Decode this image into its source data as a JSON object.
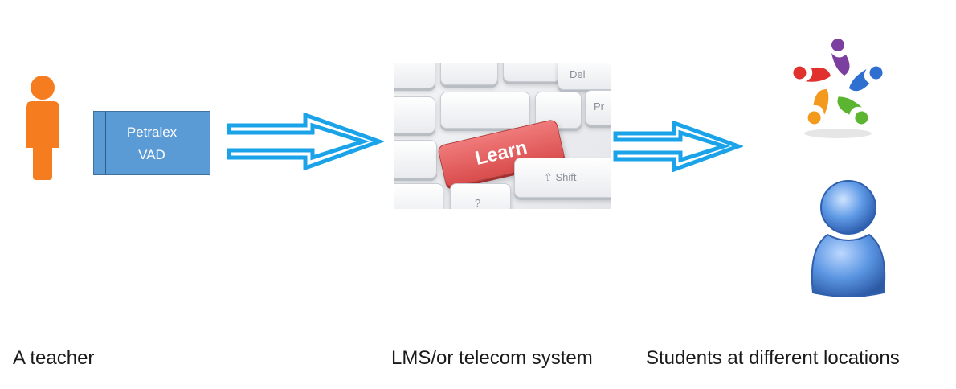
{
  "nodes": {
    "teacher": {
      "label": "A teacher",
      "icon": "teacher-person-icon",
      "color": "#f57c1f"
    },
    "device": {
      "line1": "Petralex",
      "line2": "VAD",
      "fill": "#5b9bd5"
    },
    "system": {
      "label": "LMS/or telecom system",
      "image": "keyboard-learn-key-image",
      "keys": {
        "learn": "Learn",
        "shift": "Shift",
        "del": "Del",
        "pr": "Pr",
        "question": "?"
      }
    },
    "students": {
      "label": "Students at different locations",
      "icons": [
        "group-circle-icon",
        "student-person-icon"
      ]
    }
  },
  "arrows": [
    {
      "from": "device",
      "to": "system",
      "style": "double-line-arrow"
    },
    {
      "from": "system",
      "to": "students",
      "style": "double-line-arrow"
    }
  ],
  "colors": {
    "arrow": "#1aa3e8",
    "student": "#4a86d4"
  }
}
